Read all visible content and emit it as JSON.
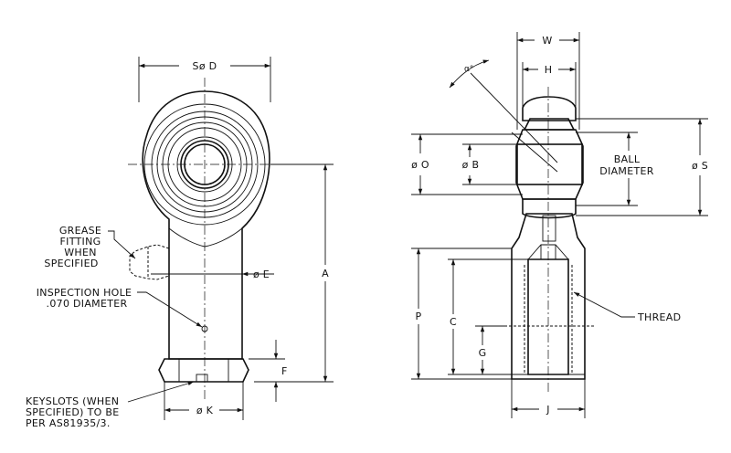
{
  "left_view": {
    "dim_sphere_dia": "Sø D",
    "dim_e": "ø E",
    "dim_a": "A",
    "dim_f": "F",
    "dim_k": "ø K",
    "note_grease": [
      "GREASE",
      "FITTING",
      "WHEN",
      "SPECIFIED"
    ],
    "note_inspection": [
      "INSPECTION HOLE",
      ".070 DIAMETER"
    ],
    "note_keyslots": [
      "KEYSLOTS (WHEN",
      "SPECIFIED) TO BE",
      "PER AS81935/3."
    ]
  },
  "right_view": {
    "dim_w": "W",
    "dim_h": "H",
    "dim_angle": "α°",
    "dim_o": "ø O",
    "dim_b": "ø B",
    "note_ball": [
      "BALL",
      "DIAMETER"
    ],
    "dim_s": "ø S",
    "dim_p": "P",
    "dim_c": "C",
    "dim_g": "G",
    "dim_j": "J",
    "note_thread": "THREAD"
  }
}
